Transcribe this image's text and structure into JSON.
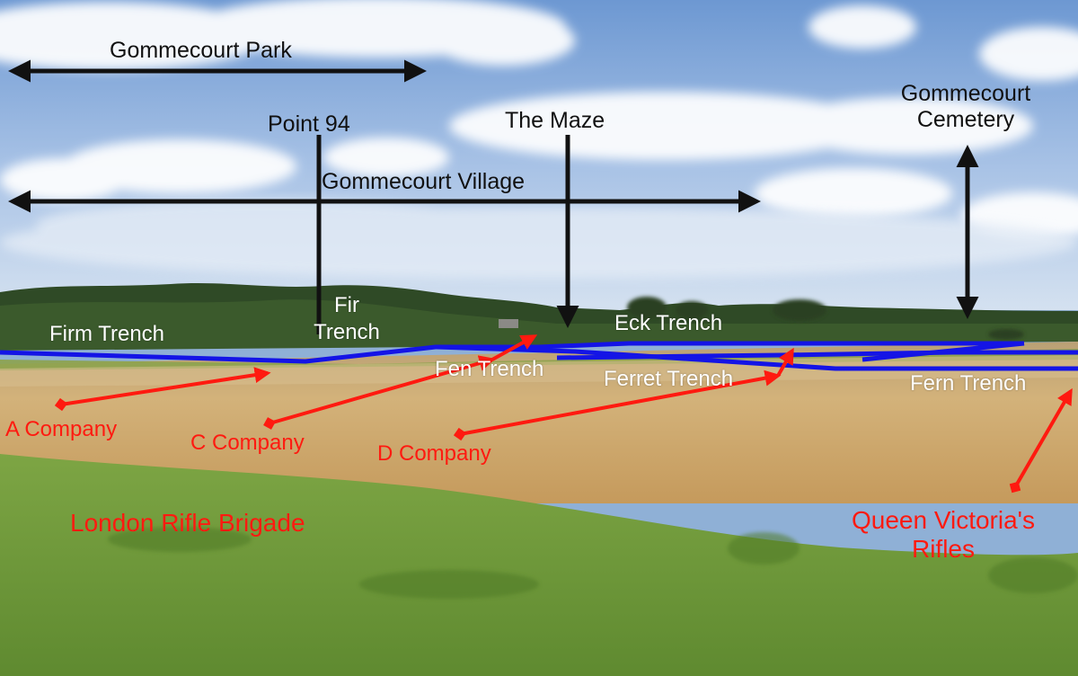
{
  "photo": {
    "subject": "Gommecourt battlefield",
    "colors": {
      "sky_top": "#6d98d2",
      "sky_low": "#c8d9ee",
      "trees": "#2f4a26",
      "stubble": "#c9a870",
      "grass": "#6f9a3a",
      "trench_line": "#1414e6",
      "arrow_red": "#ff1a10",
      "arrow_black": "#111111"
    }
  },
  "labels": {
    "gommecourt_park": "Gommecourt Park",
    "point_94": "Point 94",
    "the_maze": "The Maze",
    "gommecourt_cemetery_line1": "Gommecourt",
    "gommecourt_cemetery_line2": "Cemetery",
    "gommecourt_village": "Gommecourt Village"
  },
  "trenches": {
    "firm": "Firm Trench",
    "fir_line1": "Fir",
    "fir_line2": "Trench",
    "eck": "Eck Trench",
    "fen": "Fen Trench",
    "ferret": "Ferret Trench",
    "fern": "Fern Trench"
  },
  "units": {
    "a_company": "A Company",
    "c_company": "C Company",
    "d_company": "D Company",
    "london_rifle_brigade": "London Rifle Brigade",
    "qvr_line1": "Queen Victoria's",
    "qvr_line2": "Rifles"
  }
}
